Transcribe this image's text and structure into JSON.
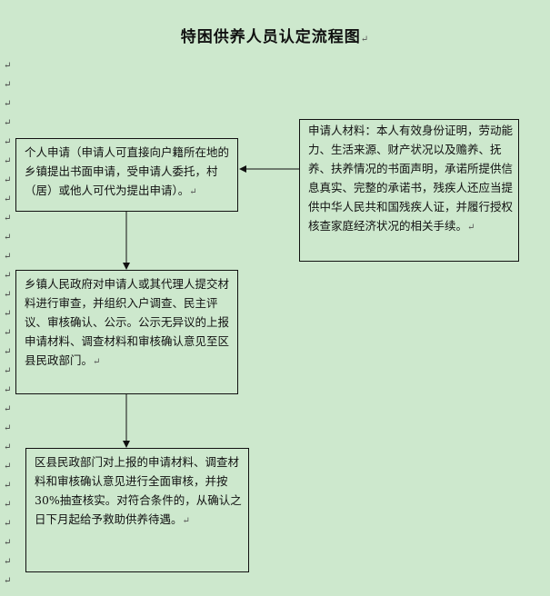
{
  "title": "特困供养人员认定流程图",
  "paragraph_mark": "↵",
  "margin_marks": [
    "↵",
    "↵",
    "↵",
    "↵",
    "↵",
    "↵",
    "↵",
    "↵",
    "↵",
    "↵",
    "↵",
    "↵",
    "↵",
    "↵",
    "↵",
    "↵",
    "↵",
    "↵",
    "↵",
    "↵",
    "↵",
    "↵",
    "↵",
    "↵",
    "↵",
    "↵",
    "↵",
    "↵"
  ],
  "boxes": {
    "materials": "申请人材料：本人有效身份证明，劳动能力、生活来源、财产状况以及赡养、抚养、扶养情况的书面声明，承诺所提供信息真实、完整的承诺书，残疾人还应当提供中华人民共和国残疾人证，并履行授权核查家庭经济状况的相关手续。",
    "apply": "个人申请（申请人可直接向户籍所在地的乡镇提出书面申请，受申请人委托，村（居）或他人可代为提出申请）。",
    "town": "乡镇人民政府对申请人或其代理人提交材料进行审查，并组织入户调查、民主评议、审核确认、公示。公示无异议的上报申请材料、调查材料和审核确认意见至区县民政部门。",
    "county": "区县民政部门对上报的申请材料、调查材料和审核确认意见进行全面审核，并按 30%抽查核实。对符合条件的，从确认之日下月起给予救助供养待遇。"
  }
}
